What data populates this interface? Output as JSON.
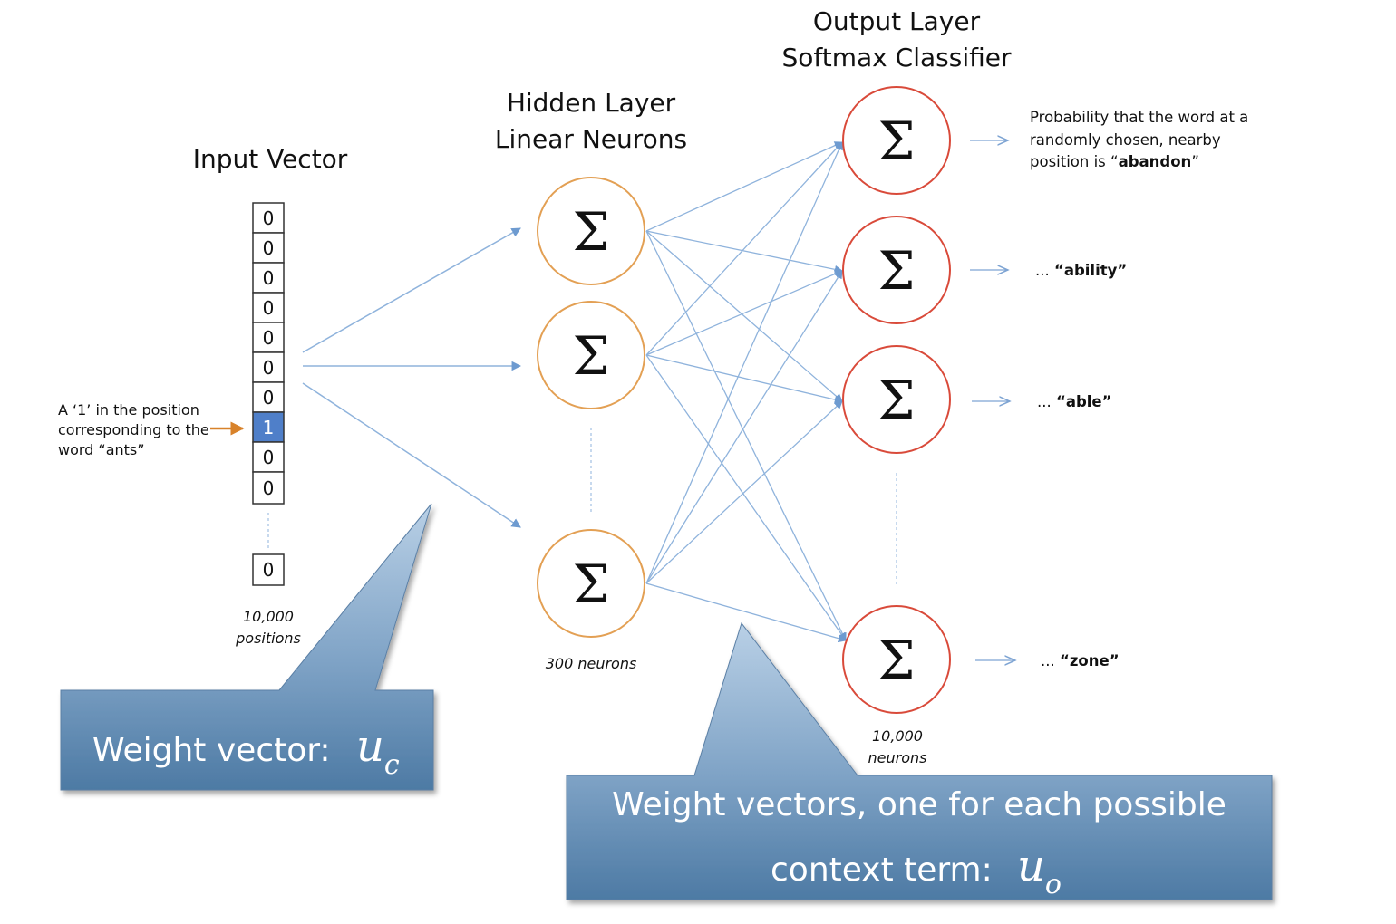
{
  "input": {
    "title": "Input Vector",
    "cells": [
      "0",
      "0",
      "0",
      "0",
      "0",
      "0",
      "0",
      "1",
      "0",
      "0"
    ],
    "last_cell": "0",
    "highlight_index": 7,
    "positions_line1": "10,000",
    "positions_line2": "positions",
    "annotation_line1": "A ‘1’ in the position",
    "annotation_line2": "corresponding to the",
    "annotation_line3": "word “ants”"
  },
  "hidden": {
    "title_line1": "Hidden Layer",
    "title_line2": "Linear Neurons",
    "count_label": "300 neurons",
    "symbol": "Σ"
  },
  "output": {
    "title_line1": "Output Layer",
    "title_line2": "Softmax Classifier",
    "count_line1": "10,000",
    "count_line2": "neurons",
    "symbol": "Σ",
    "labels": {
      "first_line1": "Probability that the word at a",
      "first_line2": "randomly chosen, nearby",
      "first_line3_prefix": "position is “",
      "first_line3_bold": "abandon",
      "first_line3_suffix": "”",
      "prefix": "... ",
      "second": "“ability”",
      "third": "“able”",
      "fourth": "“zone”"
    }
  },
  "callouts": {
    "left_text": "Weight vector:",
    "left_math": "u",
    "left_sub": "c",
    "right_line1": "Weight vectors, one for each possible",
    "right_line2": "context term:",
    "right_math": "u",
    "right_sub": "o"
  },
  "colors": {
    "hidden_stroke": "#e3a054",
    "output_stroke": "#d94a3a",
    "connection": "#8fb3dc",
    "arrow": "#6e9bd0",
    "highlight_cell": "#4f7fc9",
    "callout_fill": "#7a9fc2",
    "orange_arrow": "#d8822a"
  }
}
